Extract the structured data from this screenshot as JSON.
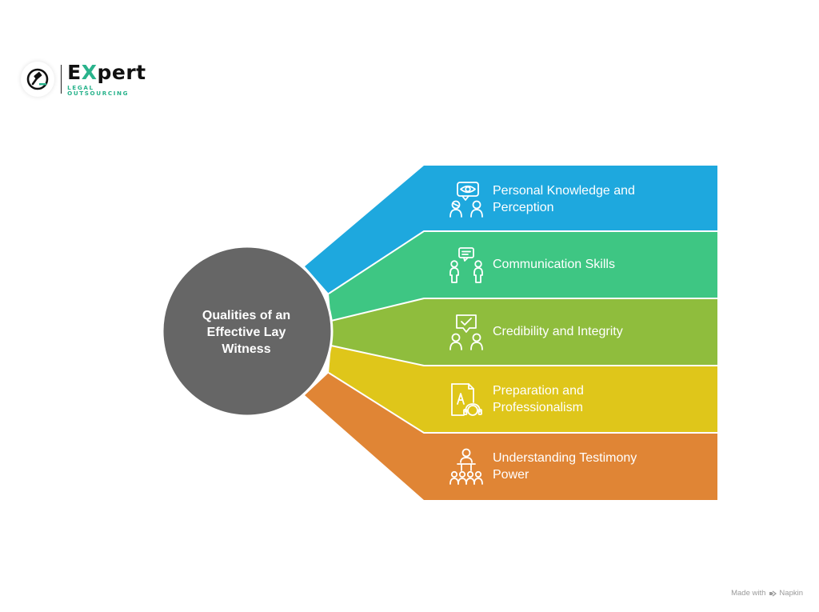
{
  "logo": {
    "word_start": "E",
    "word_x": "X",
    "word_end": "pert",
    "subtitle": "LEGAL OUTSOURCING"
  },
  "center": {
    "label_lines": [
      "Qualities of an",
      "Effective Lay",
      "Witness"
    ],
    "color": "#666666"
  },
  "items": [
    {
      "label": "Personal Knowledge and Perception",
      "icon": "eye-perception-icon",
      "color": "#1ea8de"
    },
    {
      "label": "Communication Skills",
      "icon": "speech-people-icon",
      "color": "#3ec683"
    },
    {
      "label": "Credibility and Integrity",
      "icon": "checkmark-people-icon",
      "color": "#8fbd3d"
    },
    {
      "label": "Preparation and Professionalism",
      "icon": "document-support-icon",
      "color": "#dfc61a"
    },
    {
      "label": "Understanding Testimony Power",
      "icon": "speaker-audience-icon",
      "color": "#e08535"
    }
  ],
  "footer": {
    "made_with": "Made with",
    "brand": "Napkin"
  }
}
